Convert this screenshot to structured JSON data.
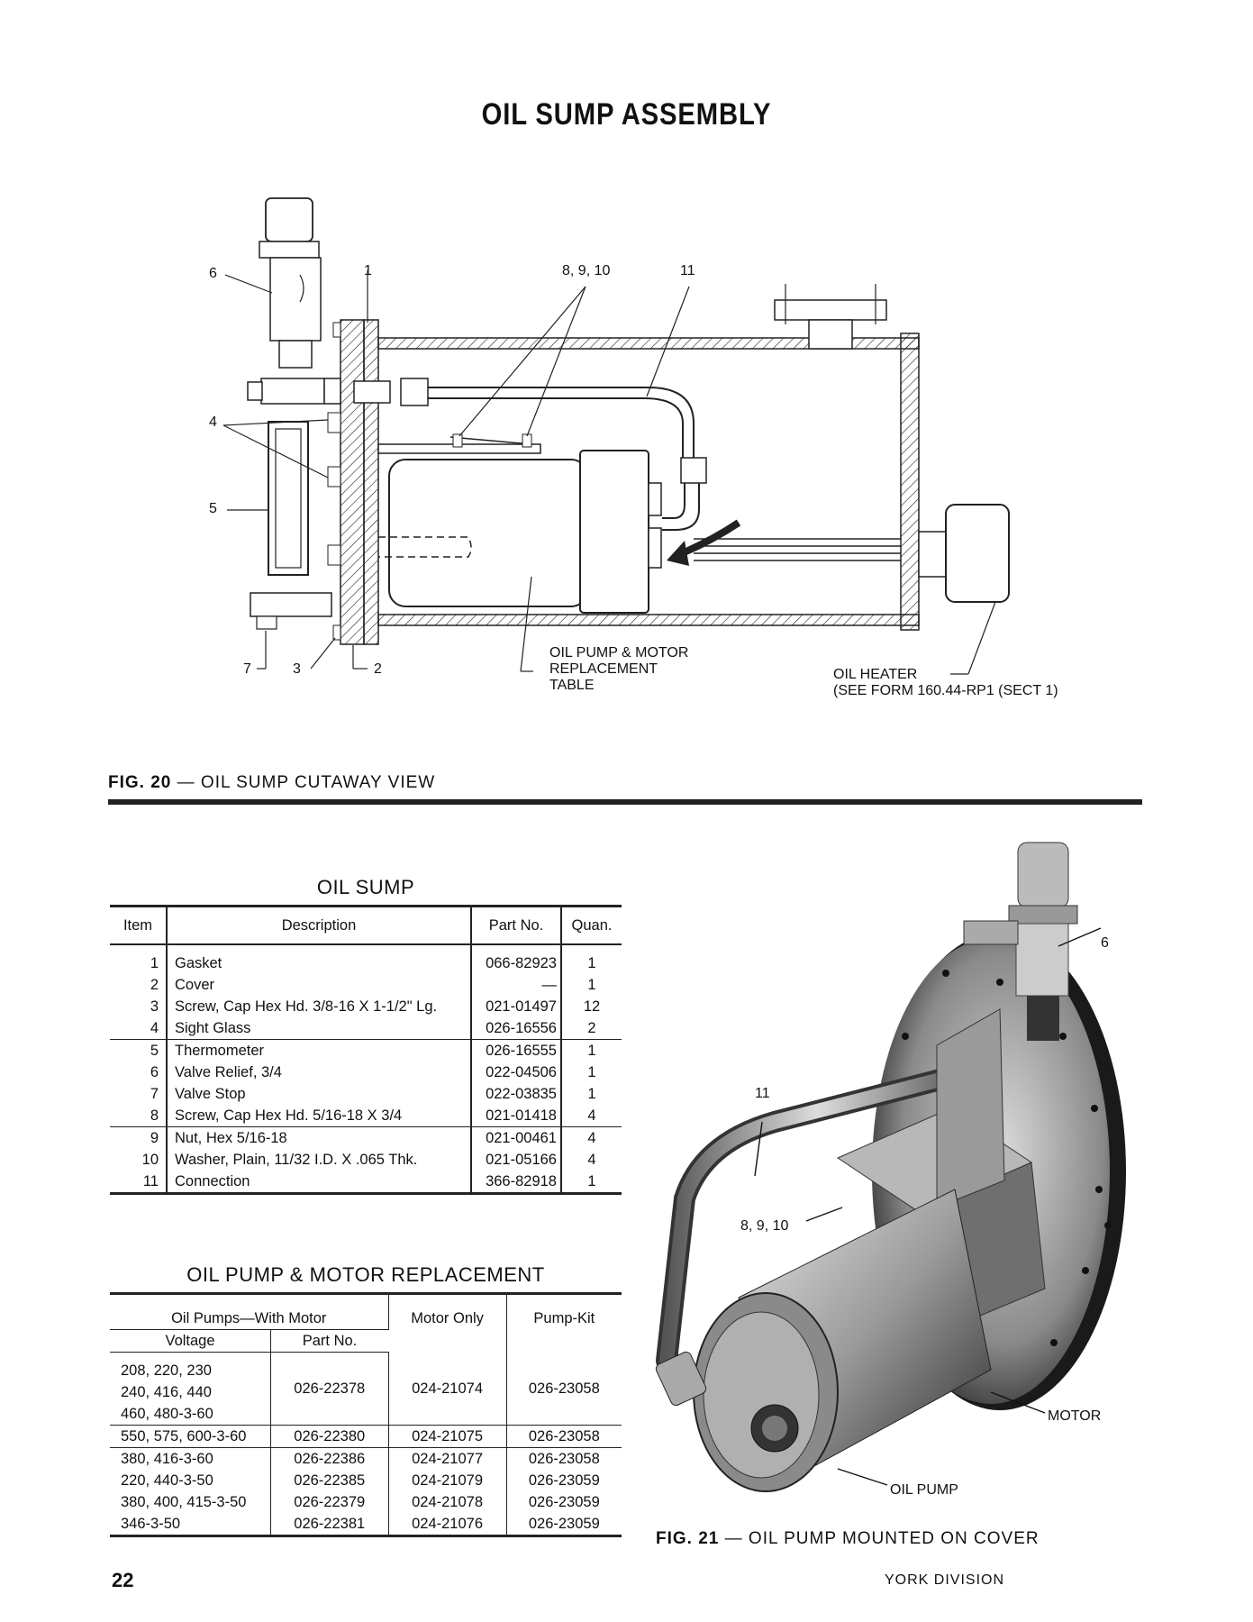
{
  "page_title": "OIL SUMP ASSEMBLY",
  "fig20": {
    "label": "FIG. 20",
    "caption": "OIL SUMP CUTAWAY VIEW",
    "callouts": {
      "c6": "6",
      "c1": "1",
      "c8910": "8, 9, 10",
      "c11": "11",
      "c4": "4",
      "c5": "5",
      "c7": "7",
      "c3": "3",
      "c2": "2",
      "pump_note_1": "OIL PUMP & MOTOR",
      "pump_note_2": "REPLACEMENT",
      "pump_note_3": "TABLE",
      "heater_note_1": "OIL HEATER",
      "heater_note_2": "(SEE FORM 160.44-RP1 (SECT 1)"
    }
  },
  "oil_sump_table": {
    "title": "OIL SUMP",
    "headers": [
      "Item",
      "Description",
      "Part No.",
      "Quan."
    ],
    "rows": [
      [
        "1",
        "Gasket",
        "066-82923",
        "1"
      ],
      [
        "2",
        "Cover",
        "—",
        "1"
      ],
      [
        "3",
        "Screw, Cap Hex Hd. 3/8-16 X 1-1/2\" Lg.",
        "021-01497",
        "12"
      ],
      [
        "4",
        "Sight Glass",
        "026-16556",
        "2"
      ],
      [
        "5",
        "Thermometer",
        "026-16555",
        "1"
      ],
      [
        "6",
        "Valve Relief, 3/4",
        "022-04506",
        "1"
      ],
      [
        "7",
        "Valve Stop",
        "022-03835",
        "1"
      ],
      [
        "8",
        "Screw, Cap Hex Hd. 5/16-18 X 3/4",
        "021-01418",
        "4"
      ],
      [
        "9",
        "Nut, Hex 5/16-18",
        "021-00461",
        "4"
      ],
      [
        "10",
        "Washer, Plain, 11/32 I.D. X .065 Thk.",
        "021-05166",
        "4"
      ],
      [
        "11",
        "Connection",
        "366-82918",
        "1"
      ]
    ]
  },
  "pump_table": {
    "title": "OIL PUMP & MOTOR REPLACEMENT",
    "group_header": "Oil Pumps—With Motor",
    "headers": {
      "voltage": "Voltage",
      "part": "Part No.",
      "motor": "Motor Only",
      "kit": "Pump-Kit"
    },
    "rows": [
      {
        "voltage": [
          "208, 220, 230",
          "240, 416, 440",
          "460, 480-3-60"
        ],
        "part": "026-22378",
        "motor": "024-21074",
        "kit": "026-23058"
      },
      {
        "voltage": [
          "550, 575, 600-3-60"
        ],
        "part": "026-22380",
        "motor": "024-21075",
        "kit": "026-23058"
      },
      {
        "voltage": [
          "380, 416-3-60"
        ],
        "part": "026-22386",
        "motor": "024-21077",
        "kit": "026-23058"
      },
      {
        "voltage": [
          "220, 440-3-50"
        ],
        "part": "026-22385",
        "motor": "024-21079",
        "kit": "026-23059"
      },
      {
        "voltage": [
          "380, 400, 415-3-50"
        ],
        "part": "026-22379",
        "motor": "024-21078",
        "kit": "026-23059"
      },
      {
        "voltage": [
          "346-3-50"
        ],
        "part": "026-22381",
        "motor": "024-21076",
        "kit": "026-23059"
      }
    ]
  },
  "fig21": {
    "label": "FIG. 21",
    "caption": "OIL PUMP MOUNTED ON COVER",
    "callouts": {
      "c6": "6",
      "c11": "11",
      "c8910": "8, 9, 10",
      "motor": "MOTOR",
      "pump": "OIL PUMP"
    }
  },
  "footer": {
    "page_number": "22",
    "division": "YORK DIVISION"
  }
}
